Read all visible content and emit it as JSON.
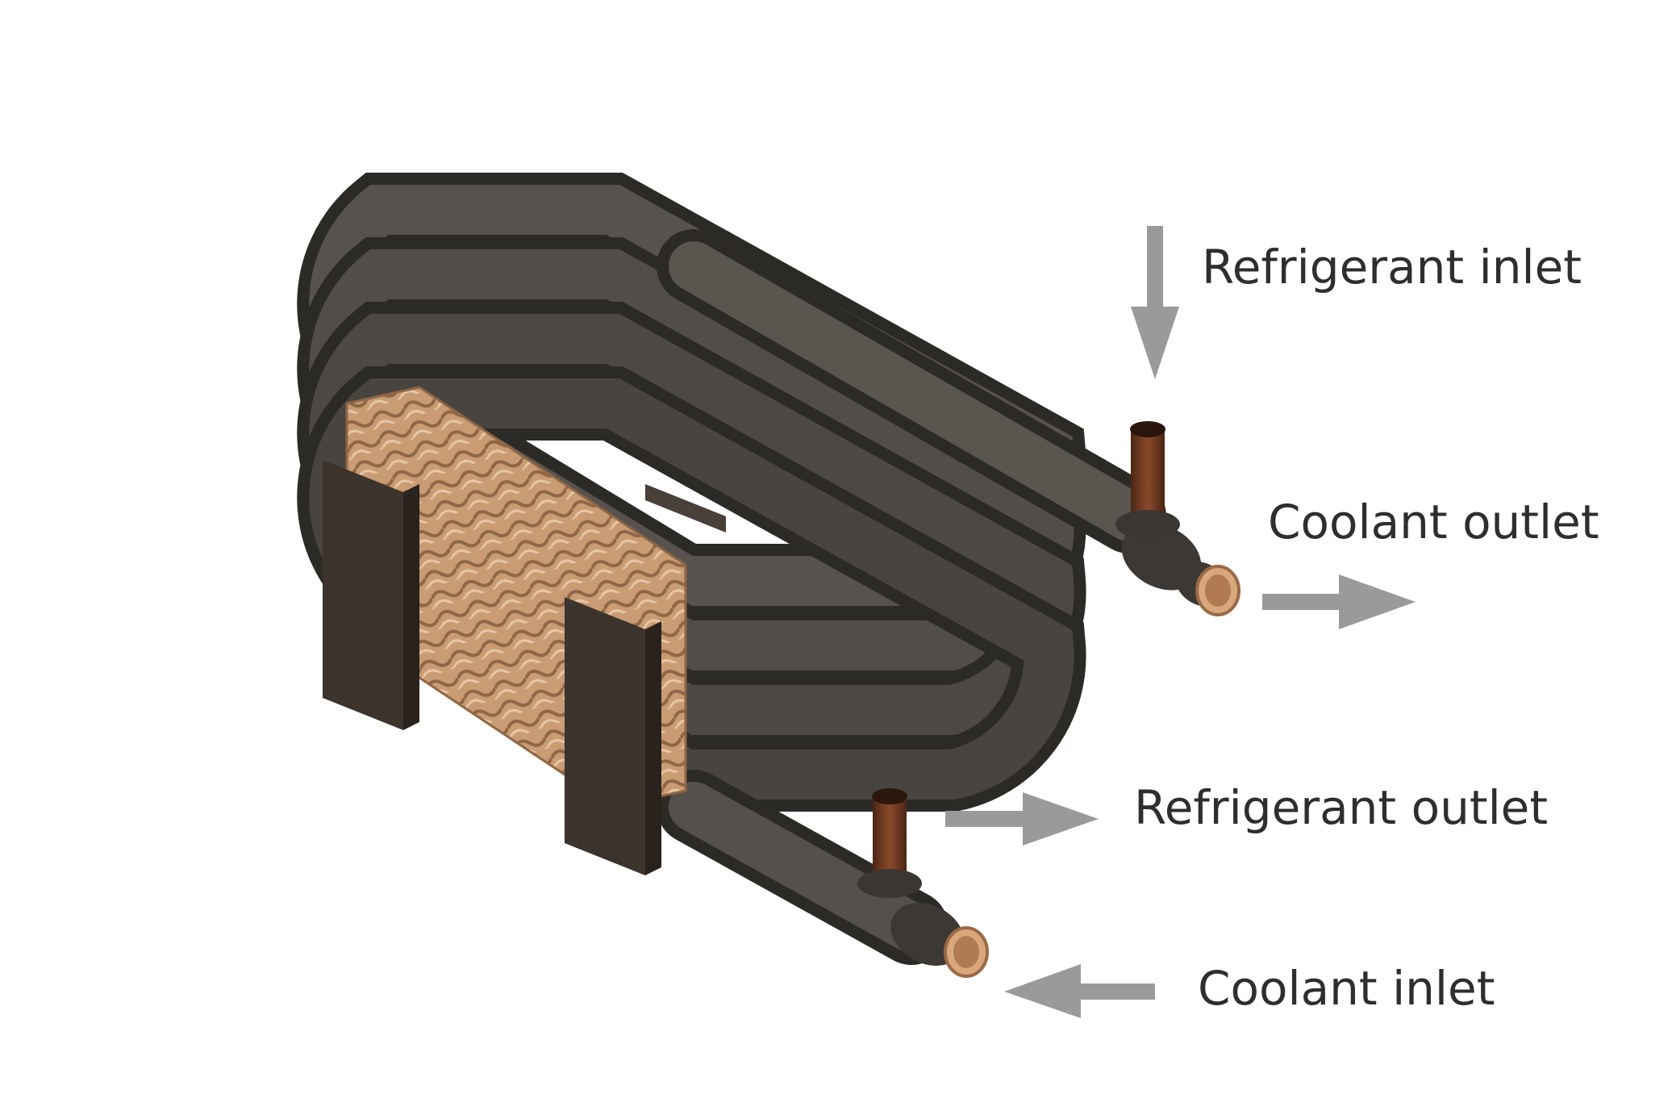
{
  "labels": {
    "refrigerant_inlet": "Refrigerant inlet",
    "coolant_outlet": "Coolant outlet",
    "refrigerant_outlet": "Refrigerant outlet",
    "coolant_inlet": "Coolant inlet"
  },
  "colors": {
    "background": "#ffffff",
    "tube": "#4a4642",
    "tube_dark": "#2c2a27",
    "copper": "#6b3a22",
    "copper_end": "#d9a77c",
    "wire": "#c89a72",
    "bracket": "#3d332d",
    "arrow": "#9a9a9a",
    "text": "#2e2e2e"
  }
}
